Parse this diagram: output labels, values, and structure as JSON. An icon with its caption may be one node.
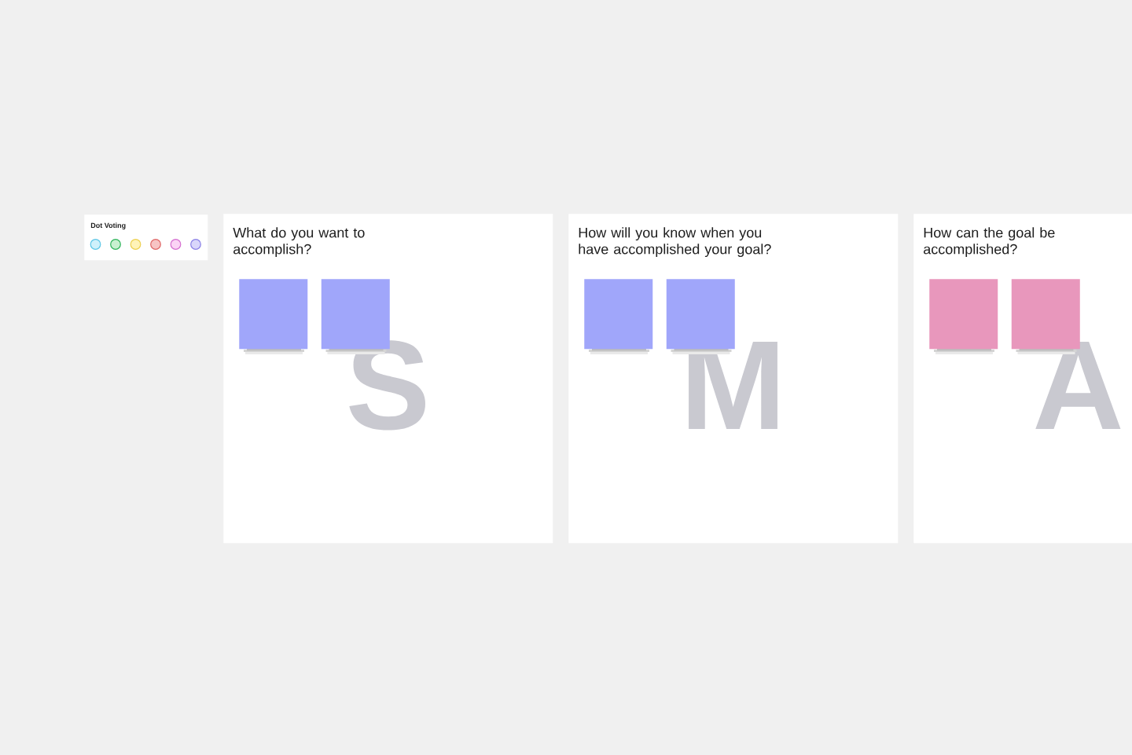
{
  "diagram": {
    "nodes": [
      {
        "text": [
          "Dot Voting"
        ]
      },
      {
        "text": [
          "What do you want to accomplish?",
          "S"
        ]
      },
      {
        "text": [],
        "shape": "box",
        "in": 1
      },
      {
        "text": [],
        "shape": "box",
        "in": 1
      },
      {
        "text": [
          "How will you know when you have accomplished your goal?",
          "M"
        ]
      },
      {
        "text": [],
        "shape": "box",
        "in": 4
      },
      {
        "text": [],
        "shape": "box",
        "in": 4
      },
      {
        "text": [
          "How can the goal be accomplished?",
          "A"
        ]
      },
      {
        "text": [],
        "shape": "box",
        "in": 7
      },
      {
        "text": [],
        "shape": "box",
        "in": 7
      }
    ]
  }
}
